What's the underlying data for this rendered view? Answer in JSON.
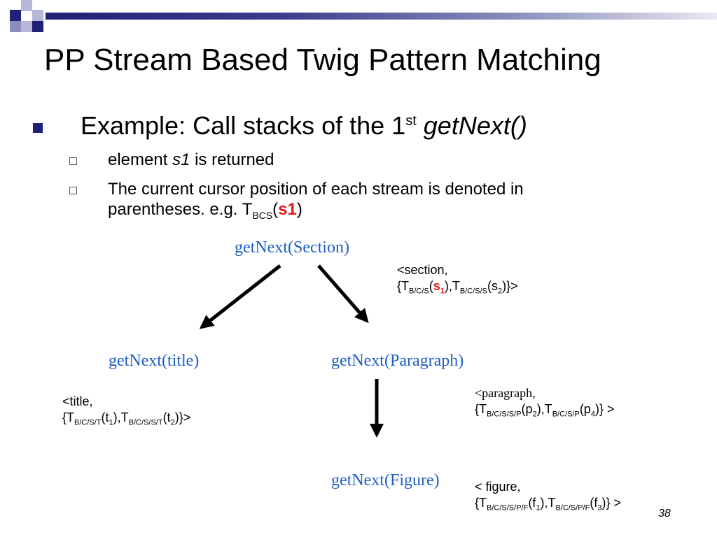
{
  "slide": {
    "title": "PP Stream Based Twig Pattern Matching",
    "bullet": {
      "prefix": "Example: Call stacks of the 1",
      "sup": "st",
      "func": "getNext()"
    },
    "sub1": {
      "pre": "element ",
      "var": "s1",
      "post": " is returned"
    },
    "sub2": {
      "line1": "The current cursor position of each stream is denoted in",
      "line2_pre": "parentheses. e.g. T",
      "line2_sub": "BCS",
      "line2_open": "(",
      "line2_red": "s1",
      "line2_close": ")"
    },
    "page_number": "38"
  },
  "diagram": {
    "nodes": {
      "section": "getNext(Section)",
      "title": "getNext(title)",
      "paragraph": "getNext(Paragraph)",
      "figure": "getNext(Figure)"
    },
    "notes": {
      "section": {
        "line1": "<section,",
        "l2_a": "{T",
        "l2_sub1": "B/C/S",
        "l2_b": "(",
        "l2_red": "s",
        "l2_red_sub": "1",
        "l2_c": "),T",
        "l2_sub2": "B/C/S/S",
        "l2_d": "(s",
        "l2_sub3": "2",
        "l2_e": ")}>"
      },
      "title": {
        "line1": "<title,",
        "l2_a": "{T",
        "l2_sub1": "B/C/S/T",
        "l2_b": "(t",
        "l2_sub2": "1",
        "l2_c": "),T",
        "l2_sub3": "B/C/S/S/T",
        "l2_d": "(t",
        "l2_sub4": "2",
        "l2_e": ")}>"
      },
      "paragraph": {
        "line1": "<paragraph,",
        "l2_a": "{T",
        "l2_sub1": "B/C/S/S/P",
        "l2_b": "(p",
        "l2_sub2": "2",
        "l2_c": "),T",
        "l2_sub3": "B/C/S/P",
        "l2_d": "(p",
        "l2_sub4": "4",
        "l2_e": ")} >"
      },
      "figure": {
        "line1": "< figure,",
        "l2_a": "{T",
        "l2_sub1": "B/C/S/S/P/F",
        "l2_b": "(f",
        "l2_sub2": "1",
        "l2_c": "),T",
        "l2_sub3": "B/C/S/P/F",
        "l2_d": "(f",
        "l2_sub4": "3",
        "l2_e": ")} >"
      }
    }
  },
  "colors": {
    "accent_navy": "#1f2178",
    "node_blue": "#1f5fc4",
    "highlight_red": "#e01a1a"
  }
}
